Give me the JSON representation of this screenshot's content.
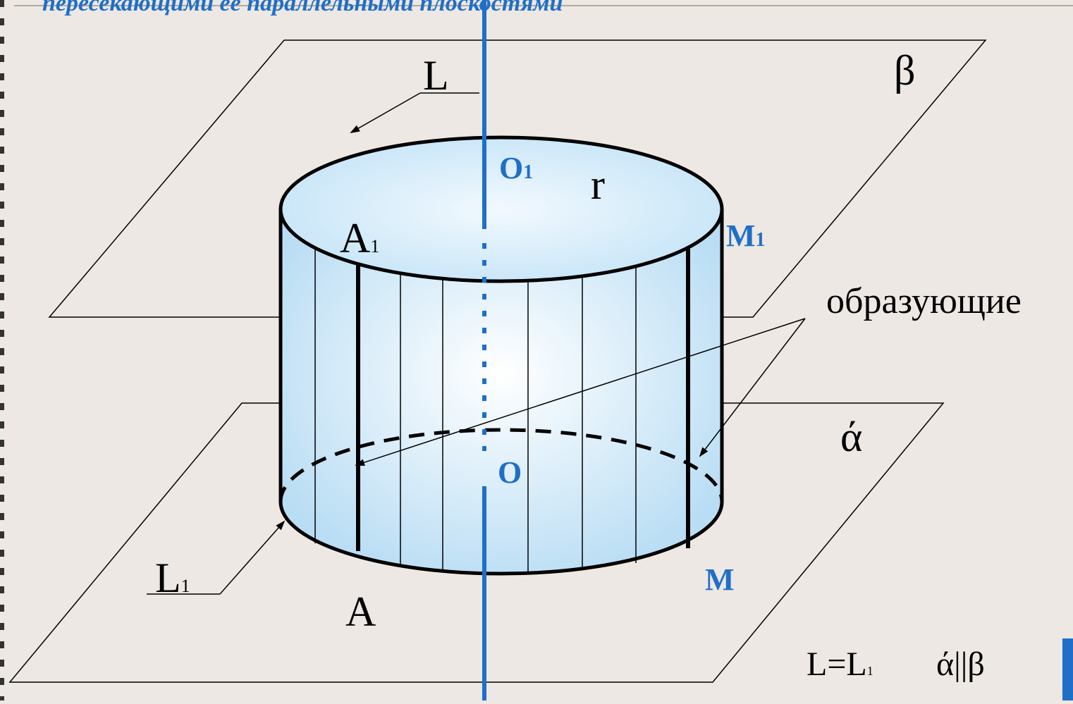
{
  "heading": "пересекающими ее параллельными плоскостями",
  "labels": {
    "L": "L",
    "beta": "β",
    "O1_main": "O",
    "O1_sub": "1",
    "r": "r",
    "A1_main": "A",
    "A1_sub": "1",
    "M1_main": "M",
    "M1_sub": "1",
    "generators": "образующие",
    "alpha": "ά",
    "O": "O",
    "L1_main": "L",
    "L1_sub": "1",
    "M": "M",
    "A": "A",
    "eq_left": "L=L",
    "eq_sub": "1",
    "eq_right": "ά||β"
  },
  "colors": {
    "background": "#ede8e3",
    "axis_blue": "#1f6fc8",
    "label_blue": "#1f6fc8",
    "heading_blue": "#1f6fc8",
    "cylinder_fill_center": "#ffffff",
    "cylinder_fill_edge": "#b9ddf4"
  }
}
